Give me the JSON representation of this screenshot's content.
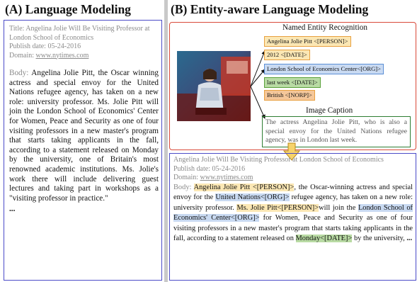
{
  "left": {
    "heading": "(A) Language Modeling",
    "meta_title": "Title: Angelina Jolie Will Be Visiting Professor at London School of Economics",
    "meta_date": "Publish date: 05-24-2016",
    "meta_domain_label": "Domain: ",
    "meta_domain": "www.nytimes.com",
    "body_label": "Body: ",
    "body": "Angelina Jolie Pitt, the Oscar winning actress and special envoy for the United Nations refugee agency, has taken on a new role: university professor. Ms. Jolie Pitt will join the London School of Economics' Center for Women, Peace and Security as one of four visiting professors in a new master's program that starts taking applicants in the fall, according to a statement released on Monday by the university, one of Britain's most renowned academic institutions. Ms. Jolie's work there will include delivering guest lectures and taking part in workshops as a \"visiting professor in practice.\"",
    "ellipsis": "..."
  },
  "right": {
    "heading": "(B) Entity-aware Language Modeling",
    "ner_title": "Named Entity Recognition",
    "ner_tags": [
      "Angelina Jolie Pitt <[PERSON]>",
      "2012 <[DATE]>",
      "London School of Economics Center<[ORG]>",
      "last week <[DATE]>",
      "British <[NORP]>"
    ],
    "caption_title": "Image Caption",
    "caption_text": "The actress Angelina Jolie Pitt, who is also a special envoy for the United Nations refugee agency, was in London last week.",
    "meta_title": "Angelina Jolie Will Be Visiting Professor at London School of Economics",
    "meta_date": "Publish date: 05-24-2016",
    "meta_domain_label": "Domain: ",
    "meta_domain": "www.nytimes.com",
    "body_label": "Body: ",
    "body_1": "Angelina Jolie Pitt <[PERSON]>",
    "body_2": ", the Oscar-winning actress and special envoy for the ",
    "body_3": "United Nations<[ORG]>",
    "body_4": " refugee agency, has taken on a new role: university professor. ",
    "body_5": "Ms. Jolie Pitt<[PERSON]>",
    "body_6": "will join the ",
    "body_7": "London School of Economics' Center<[ORG]>",
    "body_8": " for Women, Peace and Security as one of four visiting professors in a new master's program that starts taking applicants in the fall, according to a statement released on ",
    "body_9": "Monday<[DATE]>",
    "body_10": " by the university, ",
    "ellipsis": "..."
  },
  "colors": {
    "left_border": "#4b4bc8",
    "ner_border": "#d94a3a",
    "caption_border": "#2e7d32",
    "tag_orange_border": "#e8a040",
    "tag_blue_border": "#5b8fd6",
    "tag_green_border": "#5aa13a",
    "arrow_fill": "#f7d36b"
  }
}
